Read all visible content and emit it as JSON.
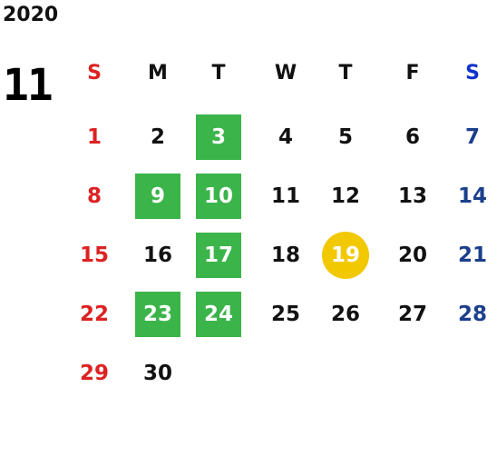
{
  "year": "2020",
  "month": "11",
  "weekdays": [
    "S",
    "M",
    "T",
    "W",
    "T",
    "F",
    "S"
  ],
  "weeks": [
    [
      {
        "d": "1",
        "kind": "sun"
      },
      {
        "d": "2"
      },
      {
        "d": "3",
        "kind": "holiday"
      },
      {
        "d": "4"
      },
      {
        "d": "5"
      },
      {
        "d": "6"
      },
      {
        "d": "7",
        "kind": "sat"
      }
    ],
    [
      {
        "d": "8",
        "kind": "sun"
      },
      {
        "d": "9",
        "kind": "holiday"
      },
      {
        "d": "10",
        "kind": "holiday"
      },
      {
        "d": "11"
      },
      {
        "d": "12"
      },
      {
        "d": "13"
      },
      {
        "d": "14",
        "kind": "sat"
      }
    ],
    [
      {
        "d": "15",
        "kind": "sun"
      },
      {
        "d": "16"
      },
      {
        "d": "17",
        "kind": "holiday"
      },
      {
        "d": "18"
      },
      {
        "d": "19",
        "kind": "today"
      },
      {
        "d": "20"
      },
      {
        "d": "21",
        "kind": "sat"
      }
    ],
    [
      {
        "d": "22",
        "kind": "sun"
      },
      {
        "d": "23",
        "kind": "holiday"
      },
      {
        "d": "24",
        "kind": "holiday"
      },
      {
        "d": "25"
      },
      {
        "d": "26"
      },
      {
        "d": "27"
      },
      {
        "d": "28",
        "kind": "sat"
      }
    ],
    [
      {
        "d": "29",
        "kind": "sun"
      },
      {
        "d": "30"
      }
    ]
  ],
  "colors": {
    "holiday": "#3bb44a",
    "today": "#f2c800",
    "sunday": "#dd2222",
    "saturday": "#1b3f8c"
  }
}
